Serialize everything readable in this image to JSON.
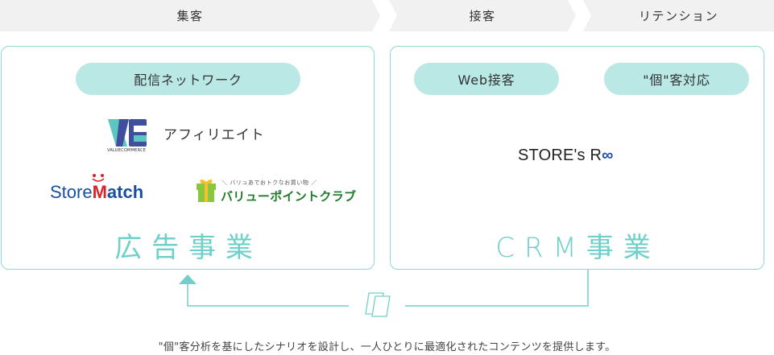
{
  "phases": [
    "集客",
    "接客",
    "リテンション"
  ],
  "left_panel": {
    "pill": "配信ネットワーク",
    "valuecommerce": {
      "logo_small": "VALUECOMMERCE",
      "label": "アフィリエイト"
    },
    "storematch": {
      "store": "Store",
      "m": "M",
      "atch": "atch"
    },
    "value_point_club": {
      "tagline": "＼ バリュあでおトクなお買い物 ／",
      "name": "バリューポイントクラブ"
    },
    "business": "広告事業"
  },
  "right_panel": {
    "pills": [
      "Web接客",
      "\"個\"客対応"
    ],
    "product": {
      "text": "STORE's R",
      "suffix": "∞"
    },
    "business": "CRM事業"
  },
  "caption": "\"個\"客分析を基にしたシナリオを設計し、一人ひとりに最適化されたコンテンツを提供します。",
  "colors": {
    "accent": "#6fd0c9",
    "pill": "#b9e8e5",
    "border": "#8fd9d4",
    "phase_bg": "#f1f1f1"
  }
}
